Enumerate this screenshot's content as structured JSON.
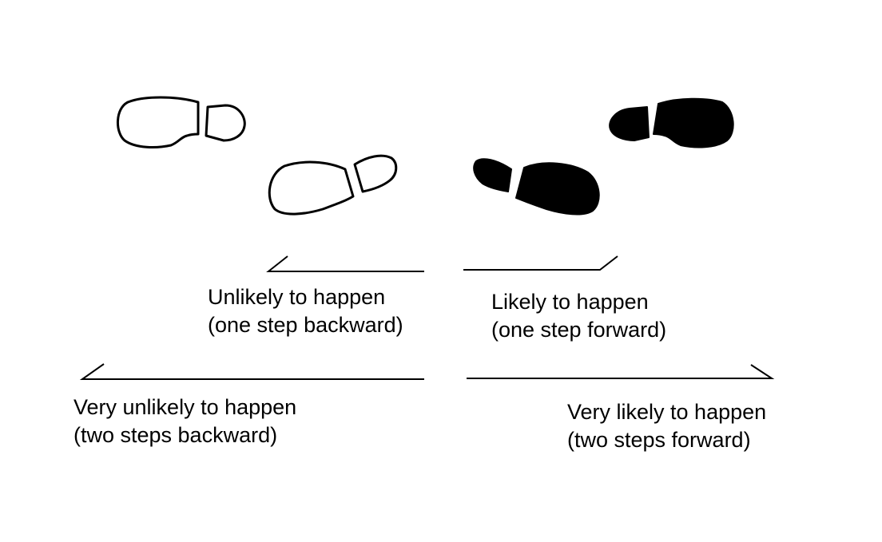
{
  "colors": {
    "ink": "#000000",
    "background": "#ffffff"
  },
  "footprints": {
    "backward": {
      "style": "outline",
      "count": 2,
      "icon": "footprint-outline-icon"
    },
    "forward": {
      "style": "filled",
      "count": 2,
      "icon": "footprint-filled-icon"
    }
  },
  "labels": {
    "unlikely": {
      "line1": "Unlikely to happen",
      "line2": "(one step backward)"
    },
    "likely": {
      "line1": "Likely to happen",
      "line2": "(one step forward)"
    },
    "very_unlikely": {
      "line1": "Very unlikely to happen",
      "line2": "(two steps backward)"
    },
    "very_likely": {
      "line1": "Very likely to happen",
      "line2": "(two steps forward)"
    }
  }
}
